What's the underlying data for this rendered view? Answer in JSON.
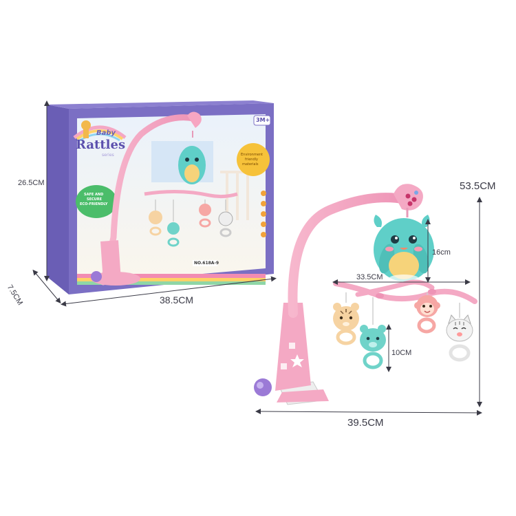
{
  "box": {
    "brand_small": "Baby",
    "brand_main": "Rattles",
    "brand_sub": "series",
    "age_badge": "3M+",
    "model_no": "NO.618A-9",
    "badge_left": [
      "SAFE AND",
      "SECURE",
      "ECO-FRIENDLY"
    ],
    "badge_right": [
      "Environment",
      "friendly",
      "materials"
    ]
  },
  "dimensions": {
    "box_height": "26.5CM",
    "box_depth": "7.5CM",
    "box_width": "38.5CM",
    "product_height": "53.5CM",
    "product_width": "39.5CM",
    "bar_width": "33.5CM",
    "pendant_height": "16cm",
    "hanging_toy_height": "10CM"
  },
  "colors": {
    "box_purple": "#7b6fc4",
    "arm_pink": "#f4a9c4",
    "teal_bird": "#5fcfc8",
    "dim_line": "#3a3a46"
  }
}
